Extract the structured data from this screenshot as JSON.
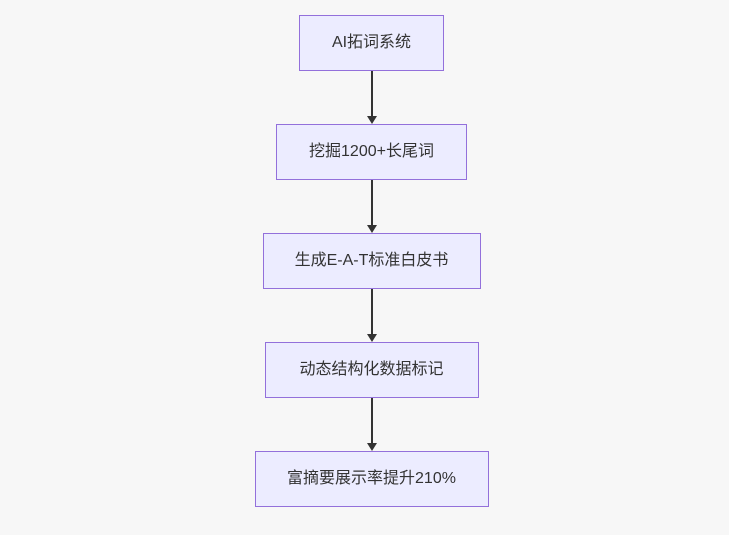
{
  "diagram": {
    "type": "flowchart",
    "direction": "top-down",
    "nodes": [
      {
        "label": "AI拓词系统"
      },
      {
        "label": "挖掘1200+长尾词"
      },
      {
        "label": "生成E-A-T标准白皮书"
      },
      {
        "label": "动态结构化数据标记"
      },
      {
        "label": "富摘要展示率提升210%"
      }
    ],
    "edges": [
      {
        "from": 0,
        "to": 1,
        "style": "arrow-down"
      },
      {
        "from": 1,
        "to": 2,
        "style": "arrow-down"
      },
      {
        "from": 2,
        "to": 3,
        "style": "arrow-down"
      },
      {
        "from": 3,
        "to": 4,
        "style": "arrow-down"
      }
    ],
    "colors": {
      "background": "#f7f7f7",
      "node_fill": "#ECECFF",
      "node_border": "#9370DB",
      "text": "#333333",
      "arrow": "#333333"
    }
  }
}
